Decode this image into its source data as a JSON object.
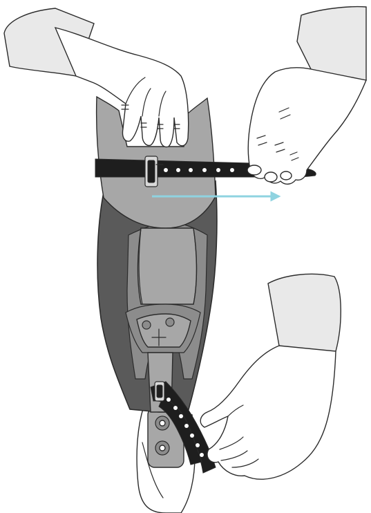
{
  "figure": {
    "kind": "instructional-illustration",
    "subject": "prosthetic-leg-strap-tightening",
    "colors": {
      "sleeve": "#e9e9e9",
      "skin": "#ffffff",
      "outline": "#2b2b2b",
      "socket_light": "#a7a7a7",
      "socket_mid": "#8c8c8c",
      "liner_dark": "#5a5a5a",
      "strap": "#1e1e1e",
      "strap_hole": "#ffffff",
      "arrow": "#8fd3e0",
      "buckle": "#d9d9d9"
    },
    "arrow_direction": "right",
    "icons": [
      "left-hand-icon",
      "right-hand-icon",
      "lower-hand-icon",
      "upper-strap-icon",
      "lower-strap-icon",
      "buckle-icon",
      "direction-arrow-icon"
    ]
  }
}
